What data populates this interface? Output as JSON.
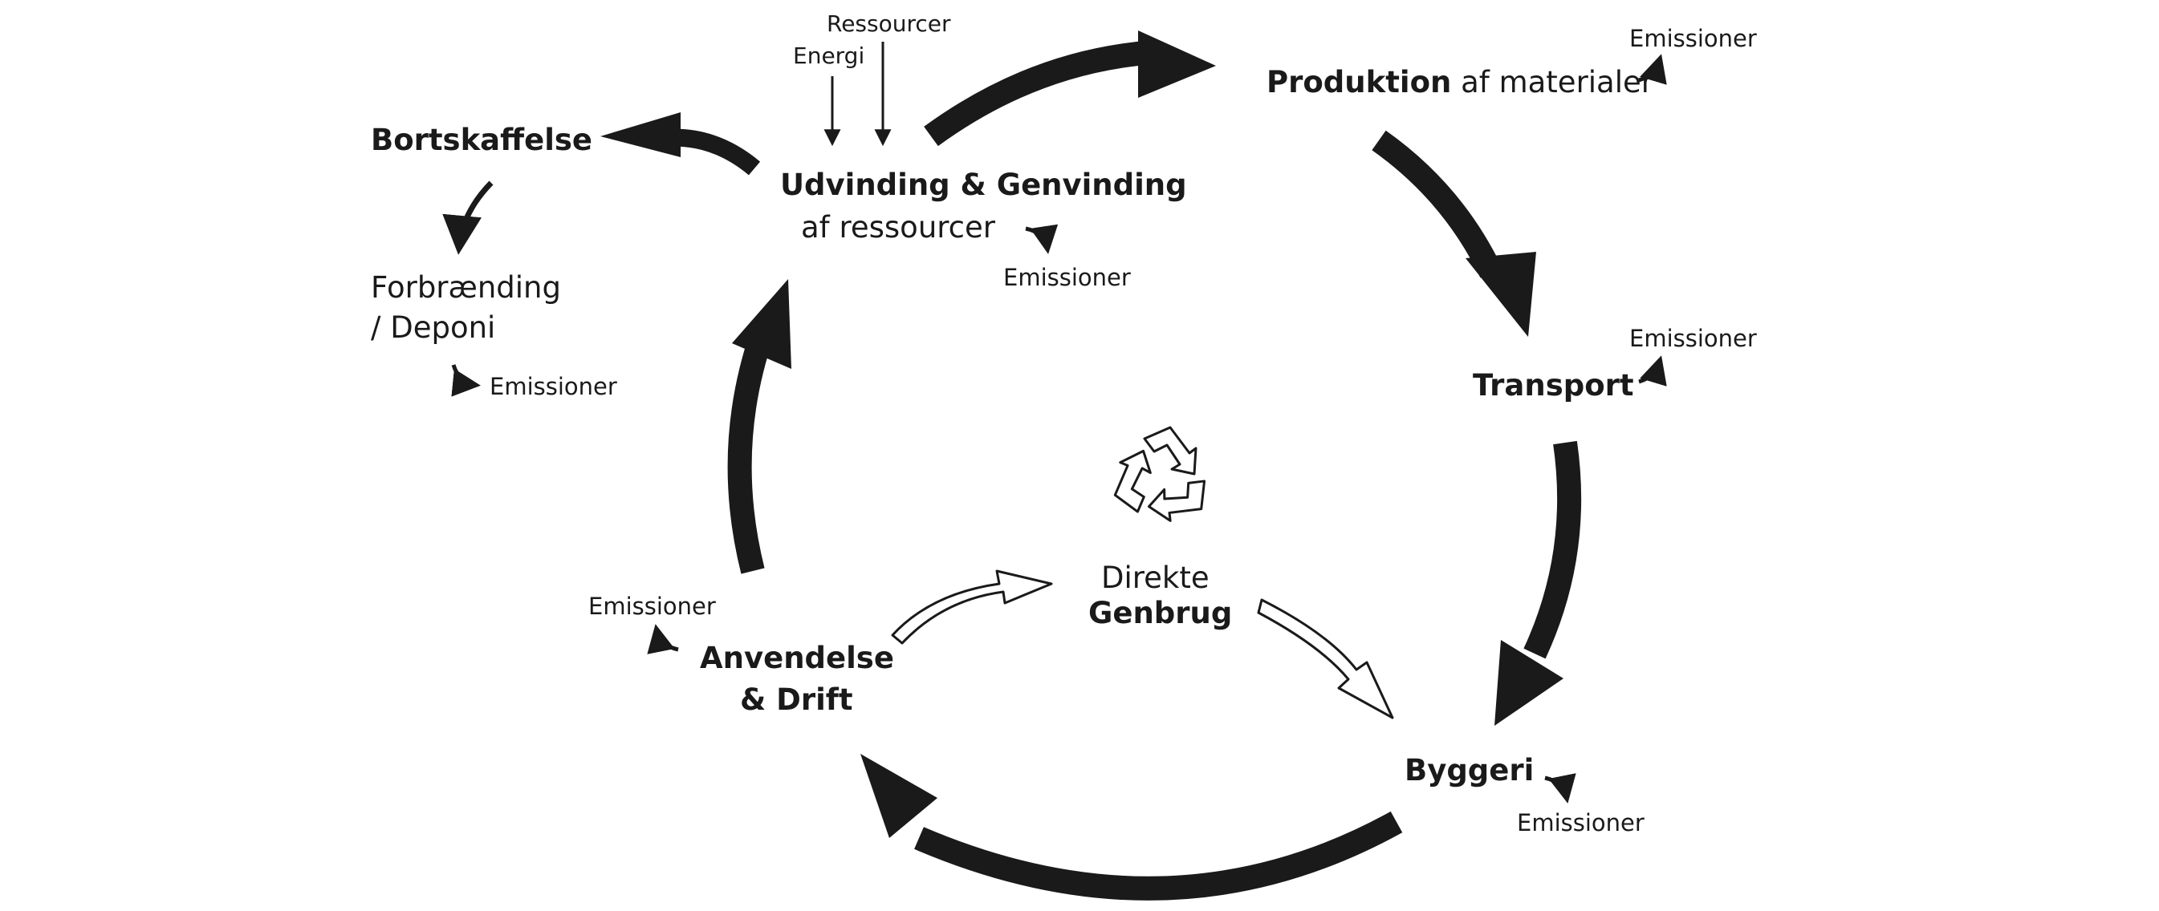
{
  "colors": {
    "ink": "#1a1a1a",
    "background": "#ffffff",
    "outline_fill": "#ffffff"
  },
  "nodes": {
    "udvinding": {
      "title": "Udvinding & Genvinding",
      "subtitle": "af ressourcer",
      "emission": "Emissioner"
    },
    "inputs": {
      "ressourcer": "Ressourcer",
      "energi": "Energi"
    },
    "produktion": {
      "title": "Produktion",
      "suffix": " af materialer",
      "emission": "Emissioner"
    },
    "transport": {
      "title": "Transport",
      "emission": "Emissioner"
    },
    "byggeri": {
      "title": "Byggeri",
      "emission": "Emissioner"
    },
    "anvendelse": {
      "line1": "Anvendelse",
      "line2": "& Drift",
      "emission": "Emissioner"
    },
    "bortskaffelse": {
      "title": "Bortskaffelse"
    },
    "forbraending": {
      "line1": "Forbrænding",
      "line2": "/ Deponi",
      "emission": "Emissioner"
    },
    "genbrug": {
      "line1": "Direkte",
      "line2": "Genbrug",
      "icon": "recycle-icon"
    }
  }
}
